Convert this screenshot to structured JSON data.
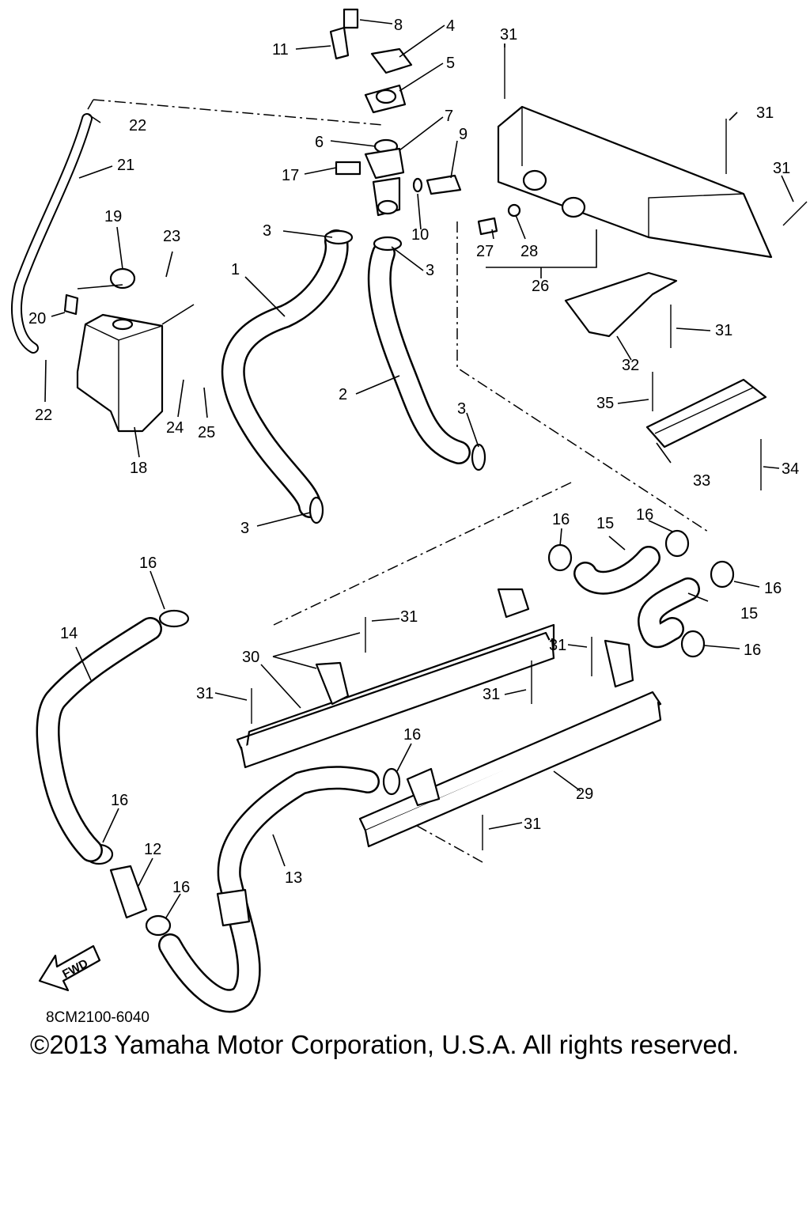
{
  "diagram": {
    "code": "8CM2100-6040",
    "copyright": "©2013 Yamaha Motor Corporation, U.S.A. All rights reserved.",
    "fwd_label": "FWD",
    "callouts": {
      "c1": "1",
      "c2": "2",
      "c3a": "3",
      "c3b": "3",
      "c3c": "3",
      "c3d": "3",
      "c4": "4",
      "c5": "5",
      "c6": "6",
      "c7": "7",
      "c8": "8",
      "c9": "9",
      "c10": "10",
      "c11": "11",
      "c12": "12",
      "c13": "13",
      "c14": "14",
      "c15a": "15",
      "c15b": "15",
      "c16a": "16",
      "c16b": "16",
      "c16c": "16",
      "c16d": "16",
      "c16e": "16",
      "c16f": "16",
      "c16g": "16",
      "c16h": "16",
      "c17": "17",
      "c18": "18",
      "c19": "19",
      "c20": "20",
      "c21": "21",
      "c22a": "22",
      "c22b": "22",
      "c23": "23",
      "c24": "24",
      "c25": "25",
      "c26": "26",
      "c27": "27",
      "c28": "28",
      "c29": "29",
      "c30": "30",
      "c31a": "31",
      "c31b": "31",
      "c31c": "31",
      "c31d": "31",
      "c31e": "31",
      "c31f": "31",
      "c31g": "31",
      "c31h": "31",
      "c31i": "31",
      "c32": "32",
      "c33": "33",
      "c34": "34",
      "c35": "35"
    }
  }
}
